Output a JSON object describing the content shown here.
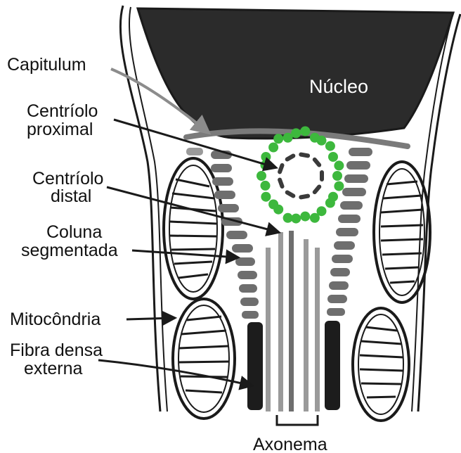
{
  "labels": {
    "nucleus": "Núcleo",
    "capitulum": "Capitulum",
    "proximal_centriole": [
      "Centríolo",
      "proximal"
    ],
    "distal_centriole": [
      "Centríolo",
      "distal"
    ],
    "segmented_column": [
      "Coluna",
      "segmentada"
    ],
    "mitochondria": "Mitocôndria",
    "outer_dense_fiber": [
      "Fibra densa",
      "externa"
    ],
    "axoneme": "Axonema"
  },
  "colors": {
    "outline": "#1a1a1a",
    "nucleus": "#2b2b2b",
    "segment_gray": "#6e6e6e",
    "light_gray": "#9a9a9a",
    "centriole_dots": "#3db83d",
    "arrow_gray": "#8c8c8c",
    "dense_fiber": "#1c1c1c"
  }
}
